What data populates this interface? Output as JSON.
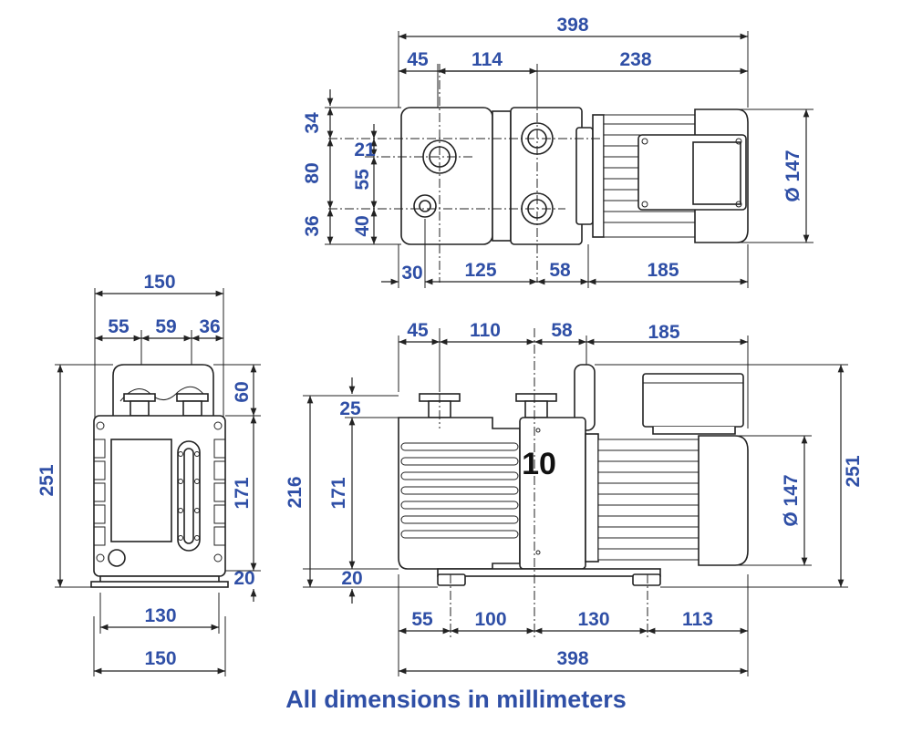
{
  "footer_note": "All dimensions in millimeters",
  "pump_label": "10",
  "top_view": {
    "overall_length": "398",
    "seg_a": "45",
    "seg_b": "114",
    "seg_c": "238",
    "left_34": "34",
    "left_80": "80",
    "left_36": "36",
    "inner_21": "21",
    "inner_55": "55",
    "inner_40": "40",
    "bot_30": "30",
    "bot_125": "125",
    "bot_58": "58",
    "bot_185": "185",
    "motor_dia": "Ø 147"
  },
  "end_view": {
    "width_top": "150",
    "seg_55": "55",
    "seg_59": "59",
    "seg_36": "36",
    "height_251": "251",
    "right_60": "60",
    "right_171": "171",
    "right_20": "20",
    "base_130": "130",
    "base_150": "150"
  },
  "side_view": {
    "seg_45": "45",
    "seg_110": "110",
    "seg_58": "58",
    "seg_185": "185",
    "left_216": "216",
    "left_25": "25",
    "left_171": "171",
    "left_20": "20",
    "motor_dia": "Ø 147",
    "height_251": "251",
    "bot_55": "55",
    "bot_100": "100",
    "bot_130": "130",
    "bot_113": "113",
    "overall_length": "398"
  },
  "colors": {
    "dimension_text": "#2f4fa6",
    "linework": "#222222"
  }
}
